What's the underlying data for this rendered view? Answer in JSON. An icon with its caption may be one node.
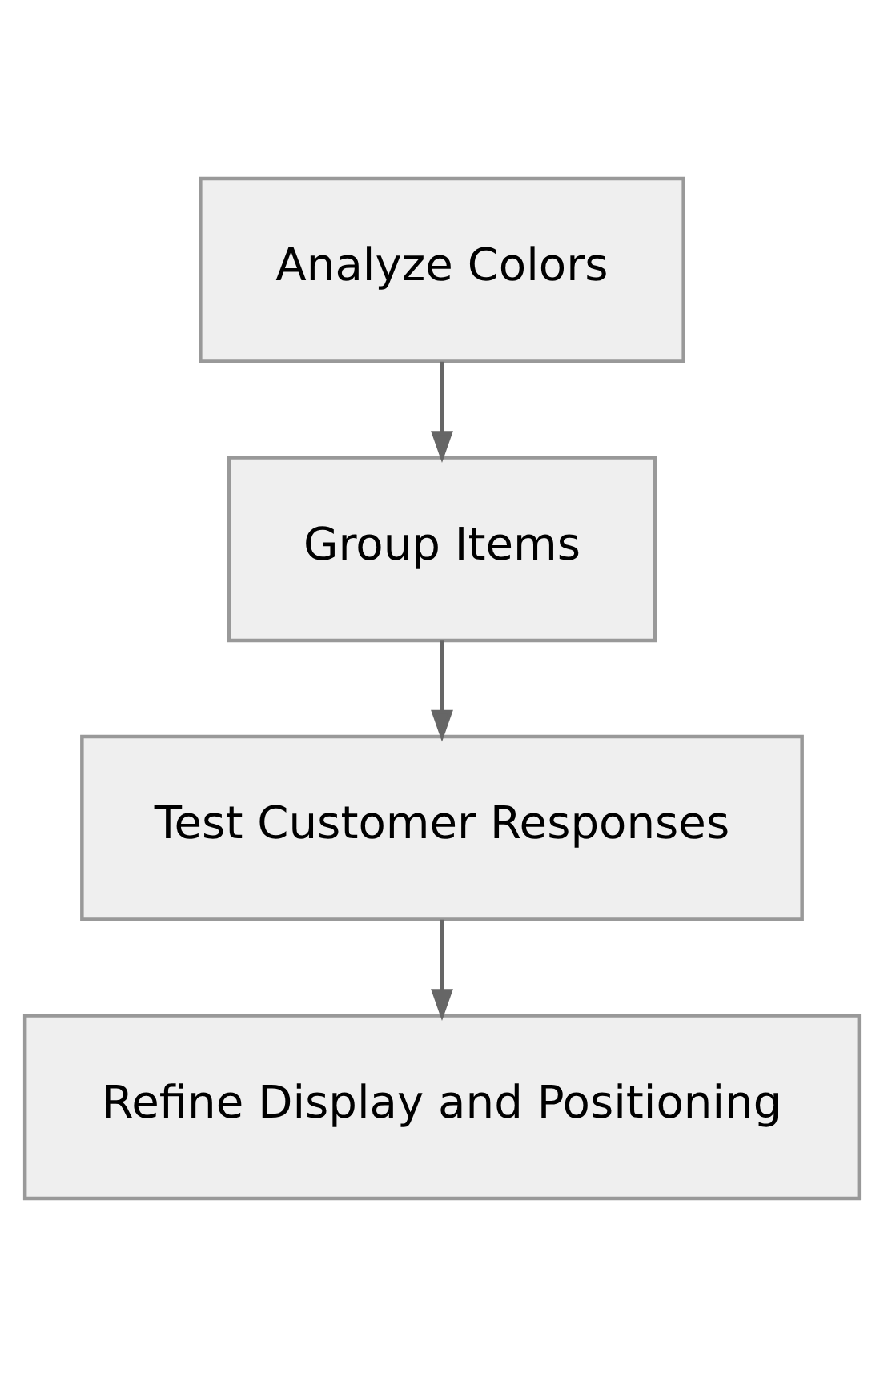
{
  "diagram": {
    "nodes": [
      {
        "text": [
          "Analyze Colors"
        ]
      },
      {
        "text": [
          "Group Items"
        ]
      },
      {
        "text": [
          "Test Customer Responses"
        ]
      },
      {
        "text": [
          "Refine Display and Positioning"
        ]
      }
    ],
    "edges": [
      {
        "from": 0,
        "to": 1,
        "arrow": "to"
      },
      {
        "from": 1,
        "to": 2,
        "arrow": "to"
      },
      {
        "from": 2,
        "to": 3,
        "arrow": "to"
      }
    ]
  }
}
